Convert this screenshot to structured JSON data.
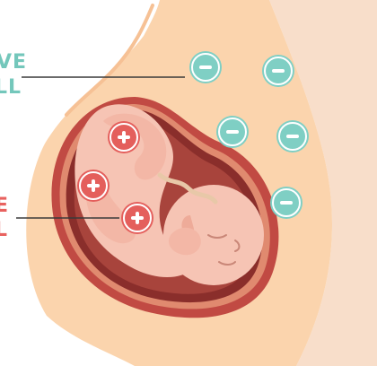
{
  "labels": {
    "negative_line1": "VE",
    "negative_line2": "LL",
    "positive_line1": "E",
    "positive_line2": "L"
  },
  "charges": {
    "negative_symbol": "−",
    "positive_symbol": "+"
  },
  "colors": {
    "negative_text": "#74c7bb",
    "positive_text": "#e8625f",
    "negative_charge_fill": "#7fcfc4",
    "positive_charge_fill": "#e45f5c",
    "belly_skin": "#fbd4ad",
    "back_skin": "#f8deca",
    "uterus_wall": "#c14a43",
    "amniotic_fluid": "#8a2e2b",
    "fetus_skin": "#f6c4b4"
  },
  "icons": [
    "negative-charge-icon",
    "positive-charge-icon"
  ]
}
